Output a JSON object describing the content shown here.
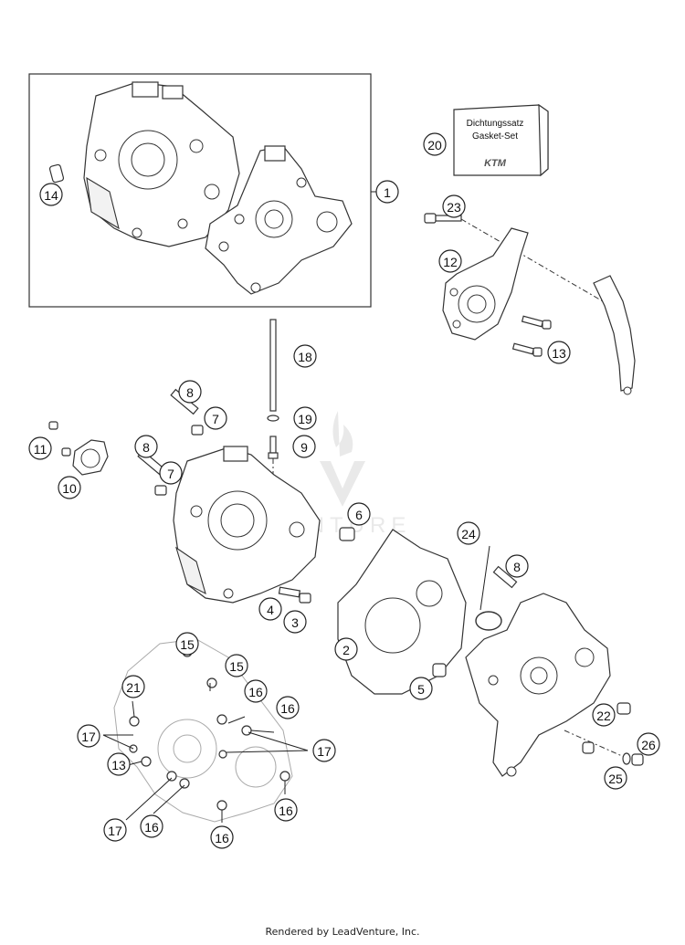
{
  "gasket_box": {
    "line1": "Dichtungssatz",
    "line2": "Gasket-Set",
    "brand": "KTM"
  },
  "watermark": {
    "text": "VENTURE"
  },
  "callouts": [
    {
      "id": "c1",
      "label": "1"
    },
    {
      "id": "c2",
      "label": "2"
    },
    {
      "id": "c3",
      "label": "3"
    },
    {
      "id": "c4",
      "label": "4"
    },
    {
      "id": "c5",
      "label": "5"
    },
    {
      "id": "c6",
      "label": "6"
    },
    {
      "id": "c7a",
      "label": "7"
    },
    {
      "id": "c7b",
      "label": "7"
    },
    {
      "id": "c8a",
      "label": "8"
    },
    {
      "id": "c8b",
      "label": "8"
    },
    {
      "id": "c8c",
      "label": "8"
    },
    {
      "id": "c9",
      "label": "9"
    },
    {
      "id": "c10",
      "label": "10"
    },
    {
      "id": "c11",
      "label": "11"
    },
    {
      "id": "c12",
      "label": "12"
    },
    {
      "id": "c13a",
      "label": "13"
    },
    {
      "id": "c13b",
      "label": "13"
    },
    {
      "id": "c14",
      "label": "14"
    },
    {
      "id": "c15a",
      "label": "15"
    },
    {
      "id": "c15b",
      "label": "15"
    },
    {
      "id": "c16a",
      "label": "16"
    },
    {
      "id": "c16b",
      "label": "16"
    },
    {
      "id": "c16c",
      "label": "16"
    },
    {
      "id": "c16d",
      "label": "16"
    },
    {
      "id": "c16e",
      "label": "16"
    },
    {
      "id": "c17a",
      "label": "17"
    },
    {
      "id": "c17b",
      "label": "17"
    },
    {
      "id": "c17c",
      "label": "17"
    },
    {
      "id": "c18",
      "label": "18"
    },
    {
      "id": "c19",
      "label": "19"
    },
    {
      "id": "c20",
      "label": "20"
    },
    {
      "id": "c21",
      "label": "21"
    },
    {
      "id": "c22",
      "label": "22"
    },
    {
      "id": "c23",
      "label": "23"
    },
    {
      "id": "c24",
      "label": "24"
    },
    {
      "id": "c25",
      "label": "25"
    },
    {
      "id": "c26",
      "label": "26"
    }
  ],
  "footer": {
    "text": "Rendered by LeadVenture, Inc."
  }
}
